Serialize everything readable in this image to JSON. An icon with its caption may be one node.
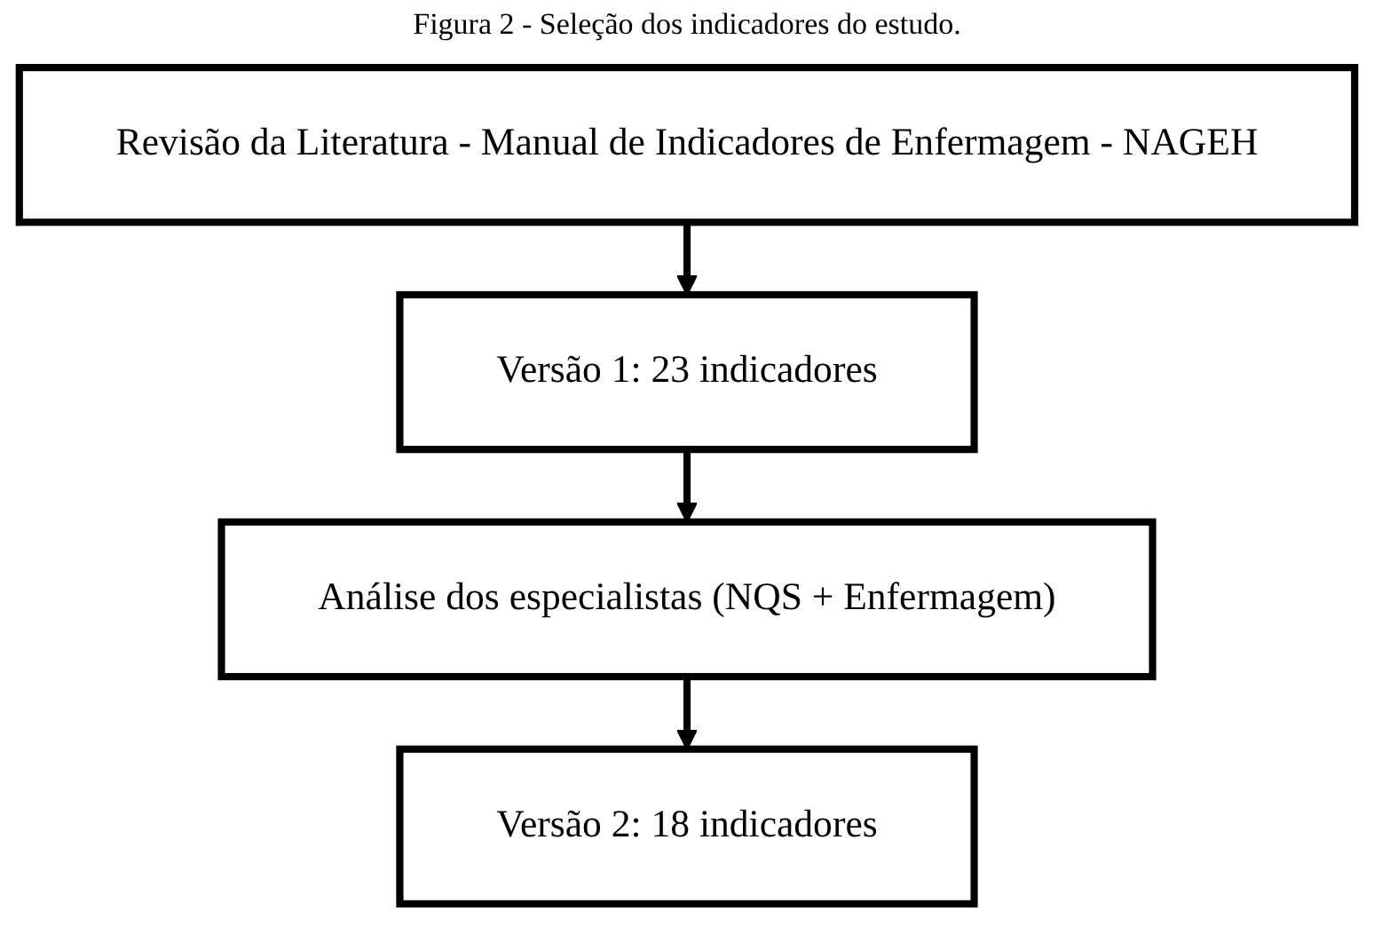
{
  "diagram": {
    "title": "Figura 2 - Seleção dos indicadores do estudo.",
    "nodes": [
      {
        "text": [
          "Revisão da Literatura - Manual de Indicadores de Enfermagem - NAGEH"
        ]
      },
      {
        "text": [
          "Versão 1: 23 indicadores"
        ]
      },
      {
        "text": [
          "Análise dos especialistas (NQS + Enfermagem)"
        ]
      },
      {
        "text": [
          "Versão 2: 18 indicadores"
        ]
      }
    ],
    "edges": [
      {
        "from": 0,
        "to": 1,
        "arrow": "to"
      },
      {
        "from": 1,
        "to": 2,
        "arrow": "to"
      },
      {
        "from": 2,
        "to": 3,
        "arrow": "to"
      }
    ]
  }
}
